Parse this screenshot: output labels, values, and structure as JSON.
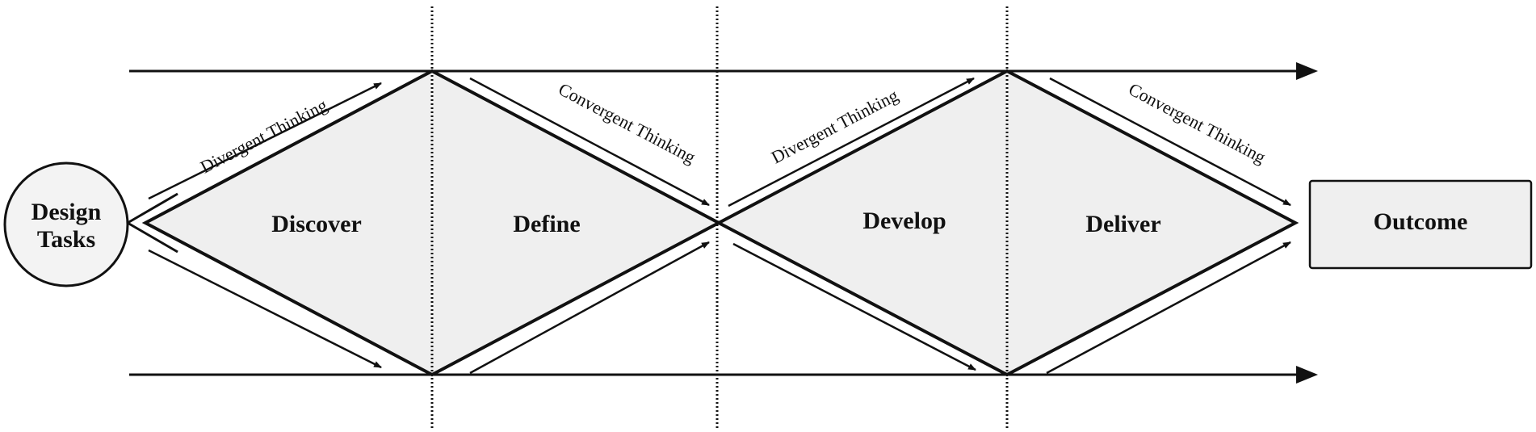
{
  "start": {
    "line1": "Design",
    "line2": "Tasks"
  },
  "phases": [
    {
      "label": "Discover"
    },
    {
      "label": "Define"
    },
    {
      "label": "Develop"
    },
    {
      "label": "Deliver"
    }
  ],
  "thinking_labels": [
    {
      "label": "Divergent Thinking"
    },
    {
      "label": "Convergent Thinking"
    },
    {
      "label": "Divergent Thinking"
    },
    {
      "label": "Convergent Thinking"
    }
  ],
  "outcome": {
    "label": "Outcome"
  },
  "colors": {
    "diamond_fill": "#efefef",
    "stroke": "#111111",
    "circle_fill": "#f3f3f3",
    "box_fill": "#efefef"
  }
}
